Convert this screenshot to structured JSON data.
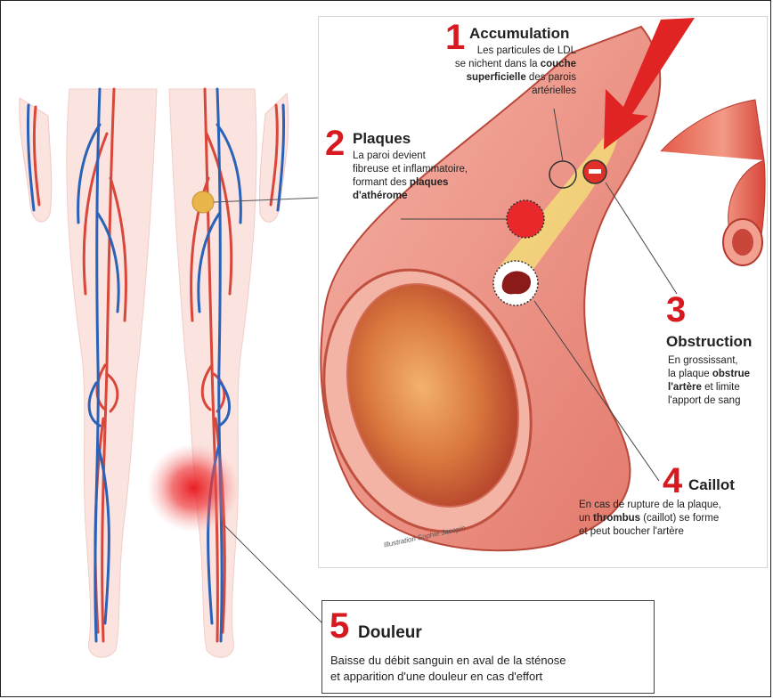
{
  "steps": {
    "s1": {
      "number": "1",
      "title": "Accumulation",
      "line1": "Les particules de LDL",
      "line2a": "se nichent dans la ",
      "line2b": "couche",
      "line3a": "superficielle",
      "line3b": " des parois",
      "line4": "artérielles"
    },
    "s2": {
      "number": "2",
      "title": "Plaques",
      "line1": "La paroi devient",
      "line2": "fibreuse et inflammatoire,",
      "line3a": "formant des ",
      "line3b": "plaques",
      "line4": "d'athérome"
    },
    "s3": {
      "number": "3",
      "title": "Obstruction",
      "line1": "En grossissant,",
      "line2a": "la plaque ",
      "line2b": "obstrue",
      "line3a": "l'artère",
      "line3b": " et limite",
      "line4": "l'apport de sang"
    },
    "s4": {
      "number": "4",
      "title": "Caillot",
      "line1": "En cas de rupture de la plaque,",
      "line2a": "un ",
      "line2b": "thrombus",
      "line2c": " (caillot) se forme",
      "line3": "et peut boucher l'artère"
    },
    "s5": {
      "number": "5",
      "title": "Douleur",
      "line1": "Baisse du débit sanguin en aval de la sténose",
      "line2": "et apparition d'une douleur en cas d'effort"
    }
  },
  "credit": "Illustration Sophie Jacopin",
  "colors": {
    "accent": "#d71920",
    "artery": "#d9473a",
    "vein": "#2a62b8",
    "skin": "#fbe3df",
    "marker": "#e8b64a"
  }
}
